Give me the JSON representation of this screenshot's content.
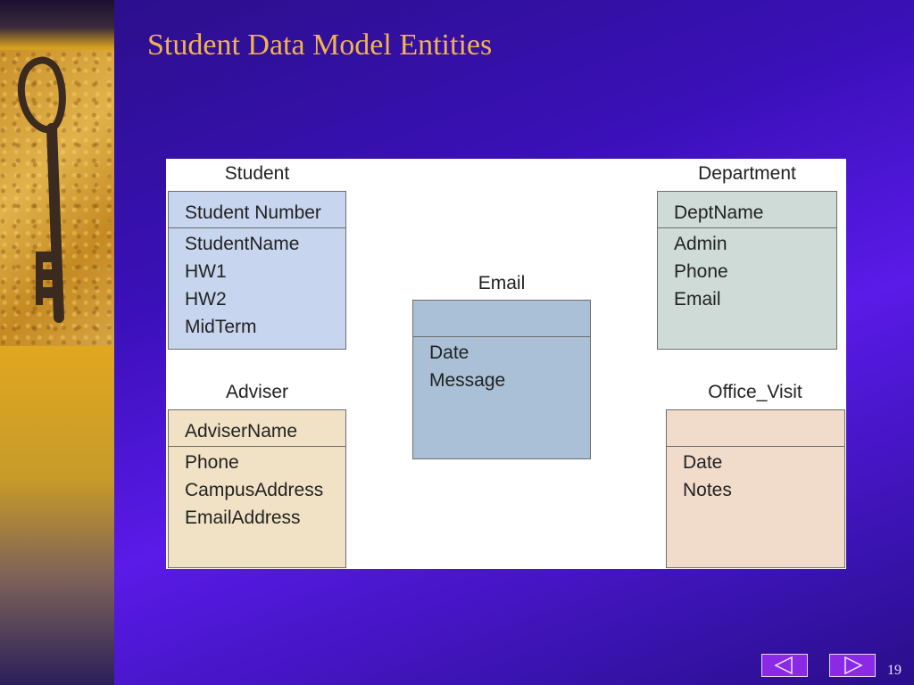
{
  "slide": {
    "title": "Student Data Model Entities",
    "page_number": "19"
  },
  "entities": {
    "student": {
      "name": "Student",
      "key": "Student Number",
      "attributes": [
        "StudentName",
        "HW1",
        "HW2",
        "MidTerm"
      ]
    },
    "department": {
      "name": "Department",
      "key": "DeptName",
      "attributes": [
        "Admin",
        "Phone",
        "Email"
      ]
    },
    "email": {
      "name": "Email",
      "key": "",
      "attributes": [
        "Date",
        "Message"
      ]
    },
    "adviser": {
      "name": "Adviser",
      "key": "AdviserName",
      "attributes": [
        "Phone",
        "CampusAddress",
        "EmailAddress"
      ]
    },
    "office_visit": {
      "name": "Office_Visit",
      "key": "",
      "attributes": [
        "Date",
        "Notes"
      ]
    }
  },
  "colors": {
    "student": "#c7d5ef",
    "department": "#cfdbd6",
    "email": "#a9c0d6",
    "adviser": "#f1e2c5",
    "office_visit": "#f1dccb",
    "title": "#f2b24e"
  },
  "nav": {
    "prev_icon": "triangle-left-icon",
    "next_icon": "triangle-right-icon"
  }
}
